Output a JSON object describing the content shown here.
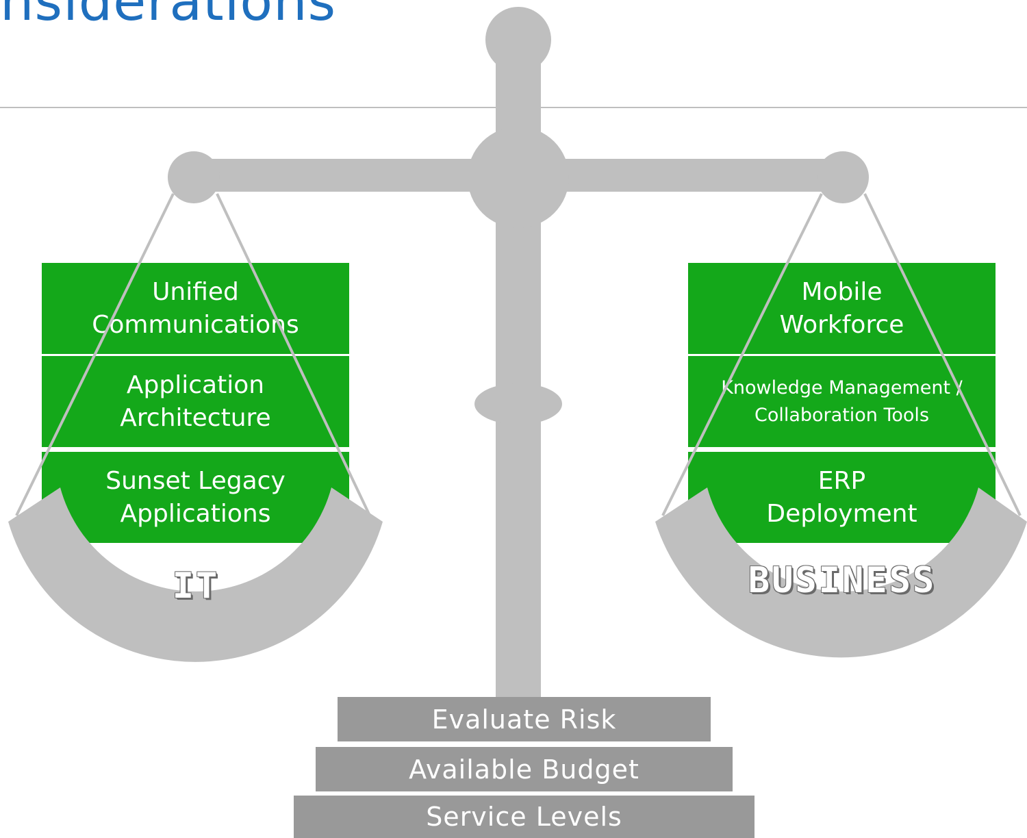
{
  "title": "nsiderations",
  "left_pan": {
    "label": "IT",
    "items": [
      "Unified\nCommunications",
      "Application\nArchitecture",
      "Sunset Legacy\nApplications"
    ]
  },
  "right_pan": {
    "label": "BUSINESS",
    "items": [
      "Mobile\nWorkforce",
      "Knowledge Management /\nCollaboration Tools",
      "ERP\nDeployment"
    ]
  },
  "base_steps": [
    "Evaluate Risk",
    "Available Budget",
    "Service Levels"
  ],
  "colors": {
    "title": "#1f6fbe",
    "item_fill": "#14a81a",
    "scale_gray": "#bfbfbf",
    "step_gray": "#999999"
  }
}
